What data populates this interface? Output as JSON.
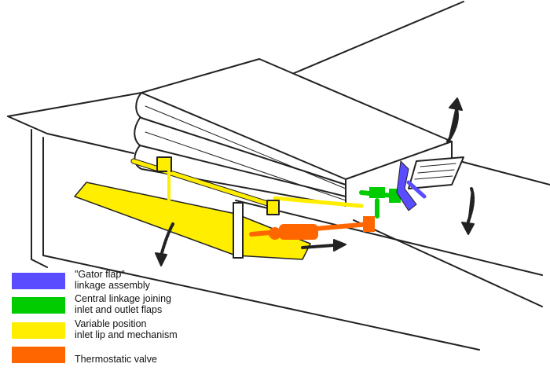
{
  "legend": [
    {
      "label": "\"Gator flap\"\nlinkage assembly",
      "color": "#5a4cff"
    },
    {
      "label": "Central linkage joining\ninlet and outlet flaps",
      "color": "#00cc00"
    },
    {
      "label": "Variable position\ninlet lip and mechanism",
      "color": "#ffee00"
    },
    {
      "label": "\nThermostatic valve",
      "color": "#ff6600"
    }
  ]
}
